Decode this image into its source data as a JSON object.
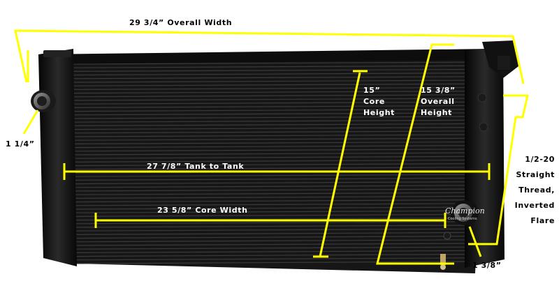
{
  "dimensions": {
    "overall_width": "29 3/4” Overall Width",
    "tank_to_tank": "27 7/8” Tank to Tank",
    "core_width": "23 5/8” Core Width",
    "core_height": "15”\nCore\nHeight",
    "overall_height": "15 3/8”\nOverall\nHeight",
    "inlet_size": "1 1/4”",
    "outlet_size": "1 3/8”",
    "fitting": "1/2-20\nStraight\nThread,\nInverted\nFlare"
  },
  "brand": {
    "logo_text": "Champion",
    "logo_subtext": "Cooling Systems"
  },
  "colors": {
    "annotation": "#ffff00",
    "radiator": "#141414",
    "background": "#ffffff"
  }
}
